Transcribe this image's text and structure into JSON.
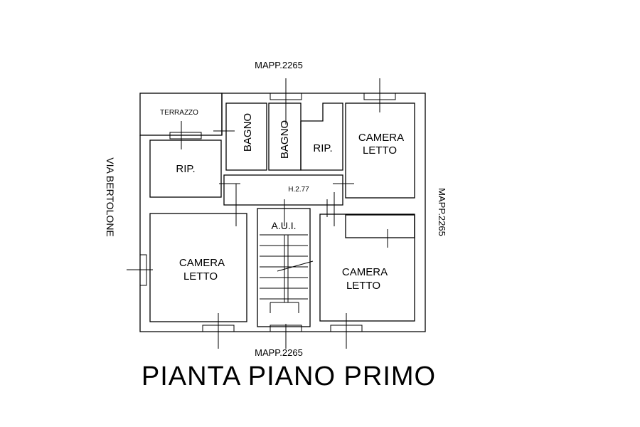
{
  "title": "PIANTA PIANO PRIMO",
  "labels": {
    "mapp_top": "MAPP.2265",
    "mapp_bottom": "MAPP.2265",
    "mapp_right": "MAPP.2265",
    "via": "VIA BERTOLONE",
    "terrazzo": "TERRAZZO",
    "bagno_1": "BAGNO",
    "bagno_2": "BAGNO",
    "rip_small": "RIP.",
    "rip_left": "RIP.",
    "camera_tr_1": "CAMERA",
    "camera_tr_2": "LETTO",
    "camera_l_1": "CAMERA",
    "camera_l_2": "LETTO",
    "camera_br_1": "CAMERA",
    "camera_br_2": "LETTO",
    "aui": "A.U.I.",
    "height": "H.2.77"
  }
}
